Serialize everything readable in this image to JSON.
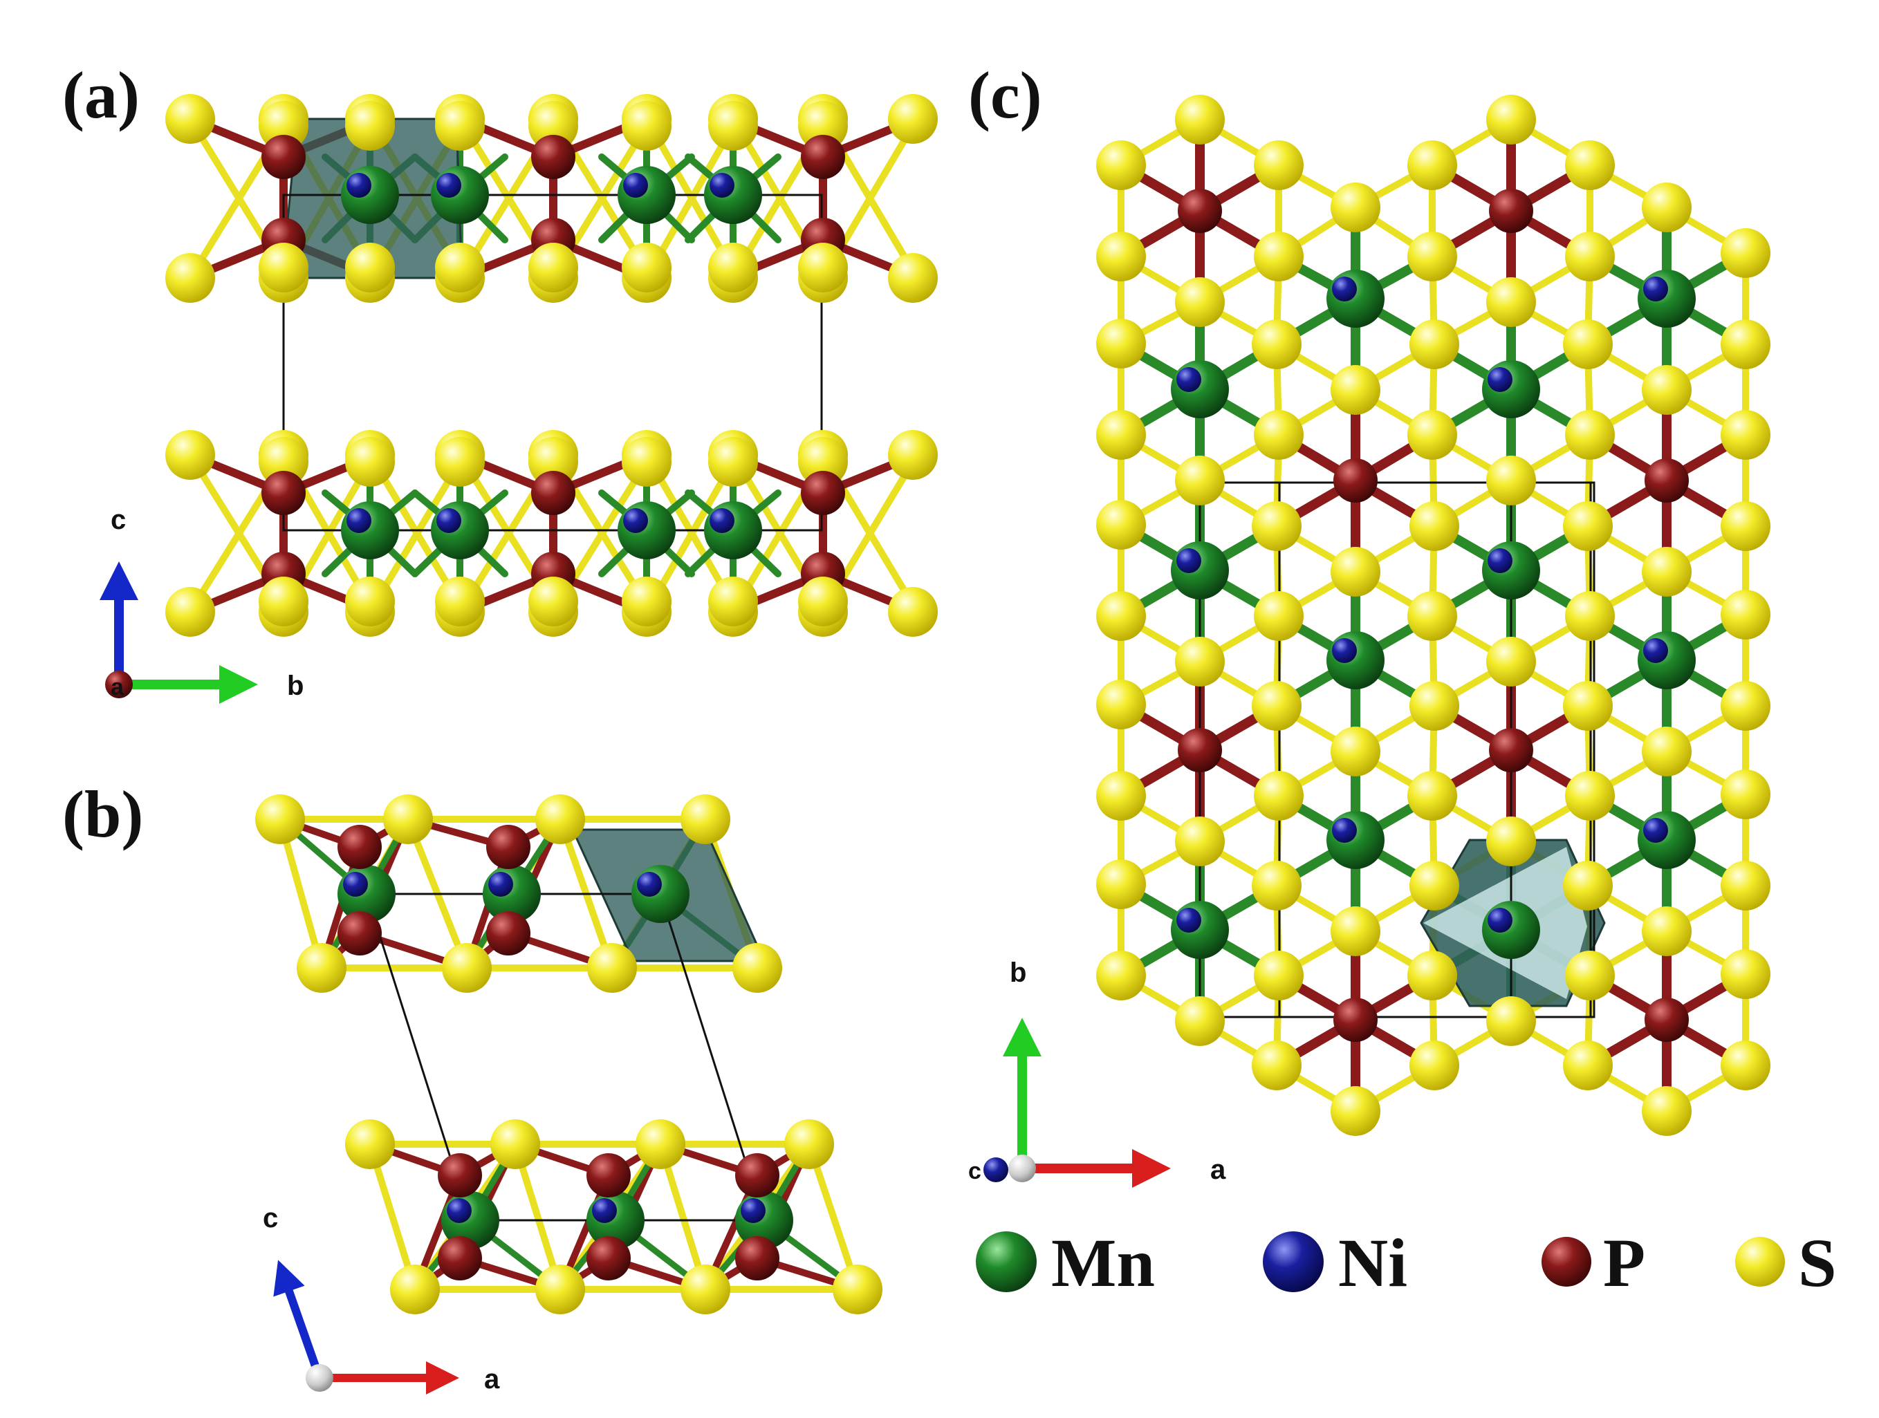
{
  "panels": {
    "a": {
      "label": "(a)"
    },
    "b": {
      "label": "(b)"
    },
    "c": {
      "label": "(c)"
    }
  },
  "axes": {
    "a": {
      "vertical": "c",
      "horizontal": "b",
      "origin": "a"
    },
    "b": {
      "vertical": "c",
      "horizontal": "a"
    },
    "c": {
      "vertical": "b",
      "horizontal": "a",
      "origin": "c"
    }
  },
  "legend": [
    {
      "label": "Mn",
      "color": "#1f8a2a"
    },
    {
      "label": "Ni",
      "color": "#1a1fa0"
    },
    {
      "label": "P",
      "color": "#8b1a1a"
    },
    {
      "label": "S",
      "color": "#f4e82a"
    }
  ],
  "colors": {
    "mn": "#1f8a2a",
    "ni": "#1a1fa0",
    "p": "#8b1a1a",
    "s": "#f4e82a",
    "bond_s": "#e8e020",
    "bond_p": "#8b1a1a",
    "bond_m": "#2a8a2a",
    "polyhedron": "#2f5e5a",
    "cell": "#111111",
    "axis_c": "#1427c8",
    "axis_b": "#22cc22",
    "axis_a": "#d81d1d"
  }
}
